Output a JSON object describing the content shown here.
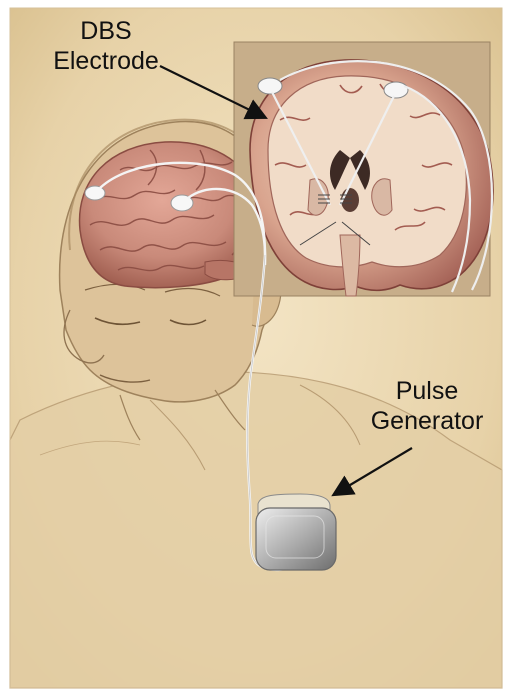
{
  "labels": {
    "electrode": [
      "DBS",
      "Electrode"
    ],
    "generator": [
      "Pulse",
      "Generator"
    ]
  },
  "colors": {
    "parchment": "#ecd9b3",
    "skin": "#d9bf8f",
    "brain_pink": "#c98a7a",
    "brain_dark": "#a2574d",
    "inset_bg": "#c8b08e",
    "lead_wire": "#f2f2f2",
    "device": "#b9b9b9",
    "arrow": "#111111"
  },
  "icons": [
    "brain-illustration",
    "head-illustration",
    "brain-coronal-section",
    "electrode-contact",
    "pulse-generator-device"
  ]
}
